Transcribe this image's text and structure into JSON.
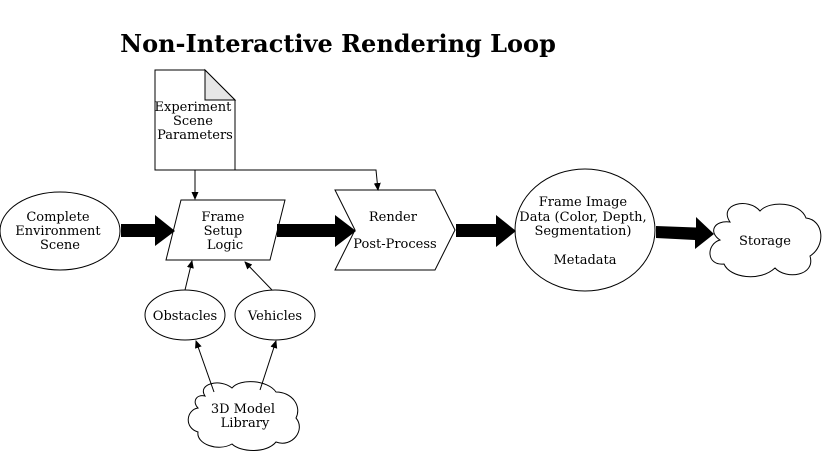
{
  "title": "Non-Interactive Rendering Loop",
  "nodes": {
    "params": {
      "lines": [
        "Experiment",
        "Scene",
        "Parameters"
      ]
    },
    "env": {
      "lines": [
        "Complete",
        "Environment",
        "Scene"
      ]
    },
    "frame_setup": {
      "lines": [
        "Frame",
        "Setup",
        "Logic"
      ]
    },
    "render": {
      "lines": [
        "Render",
        "Post-Process"
      ]
    },
    "frame_image": {
      "lines": [
        "Frame Image",
        "Data (Color, Depth,",
        "Segmentation)",
        "Metadata"
      ]
    },
    "storage": {
      "lines": [
        "Storage"
      ]
    },
    "obstacles": {
      "lines": [
        "Obstacles"
      ]
    },
    "vehicles": {
      "lines": [
        "Vehicles"
      ]
    },
    "model_library": {
      "lines": [
        "3D Model",
        "Library"
      ]
    }
  }
}
